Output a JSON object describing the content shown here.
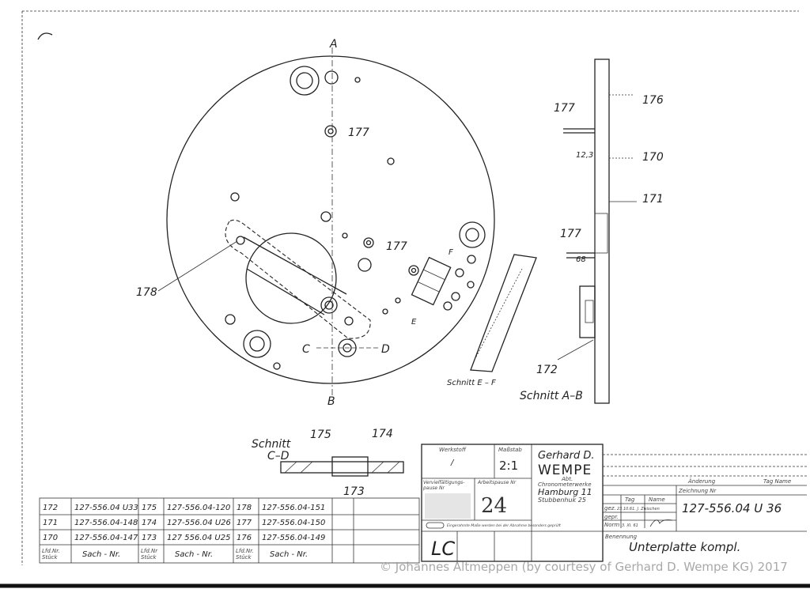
{
  "drawing": {
    "labels": {
      "section_a": "A",
      "section_b": "B",
      "section_c": "C",
      "section_d": "D",
      "part_177_a": "177",
      "part_177_b": "177",
      "part_178": "178",
      "side_177_top": "177",
      "side_176": "176",
      "side_dim_123": "12,3",
      "side_170": "170",
      "side_171": "171",
      "side_177_mid": "177",
      "side_dim_68": "68",
      "side_172": "172",
      "schnitt_ab": "Schnitt  A–B",
      "schnitt_ef": "Schnitt E – F",
      "section_e": "E",
      "section_f": "F",
      "schnitt_cd_title": "Schnitt",
      "schnitt_cd_sub": "C–D",
      "cd_175": "175",
      "cd_174": "174",
      "cd_173": "173"
    }
  },
  "parts_table": {
    "rows": [
      [
        "172",
        "127-556.04 U33",
        "175",
        "127-556.04-120",
        "178",
        "127-556.04-151"
      ],
      [
        "171",
        "127-556.04-148",
        "174",
        "127-556.04 U26",
        "177",
        "127-556.04-150"
      ],
      [
        "170",
        "127-556.04-147",
        "173",
        "127 556.04 U25",
        "176",
        "127-556.04-149"
      ]
    ],
    "header": [
      "Lfd.Nr. Stück",
      "Sach - Nr.",
      "Lfd.Nr Stück",
      "Sach - Nr.",
      "Lfd.Nr. Stück",
      "Sach - Nr."
    ]
  },
  "title_block": {
    "werkstoff_label": "Werkstoff",
    "werkstoff_value": "/",
    "massstab_label": "Maßstab",
    "massstab_value": "2:1",
    "company_line1": "Gerhard D.",
    "company_logo": "WEMPE",
    "company_abt": "Abt.",
    "company_dept": "Chronometerwerke",
    "company_city": "Hamburg 11",
    "company_street": "Stubbenhuk 25",
    "vervielf_label": "Vervielfältigungs- pause Nr",
    "arbeitspause_label": "Arbeitspause Nr",
    "arbeitspause_value": "24",
    "note": "Eingerahmte Maße werden bei der Abnahme besonders geprüft",
    "code": "LC",
    "tag_label": "Tag",
    "name_label": "Name",
    "gez_label": "gez.",
    "gez_value": "23.10.61. J. Zwischen",
    "gepr_label": "gepr.",
    "norm_label": "Norm",
    "norm_value": "3. XI. 61",
    "aenderung_label": "Änderung",
    "tag_name_right": "Tag  Name",
    "zeichnung_label": "Zeichnung Nr",
    "zeichnung_value": "127-556.04  U 36",
    "benennung_label": "Benennung",
    "benennung_value": "Unterplatte   kompl."
  },
  "watermark": "© Johannes Altmeppen (by courtesy of Gerhard D. Wempe KG) 2017"
}
